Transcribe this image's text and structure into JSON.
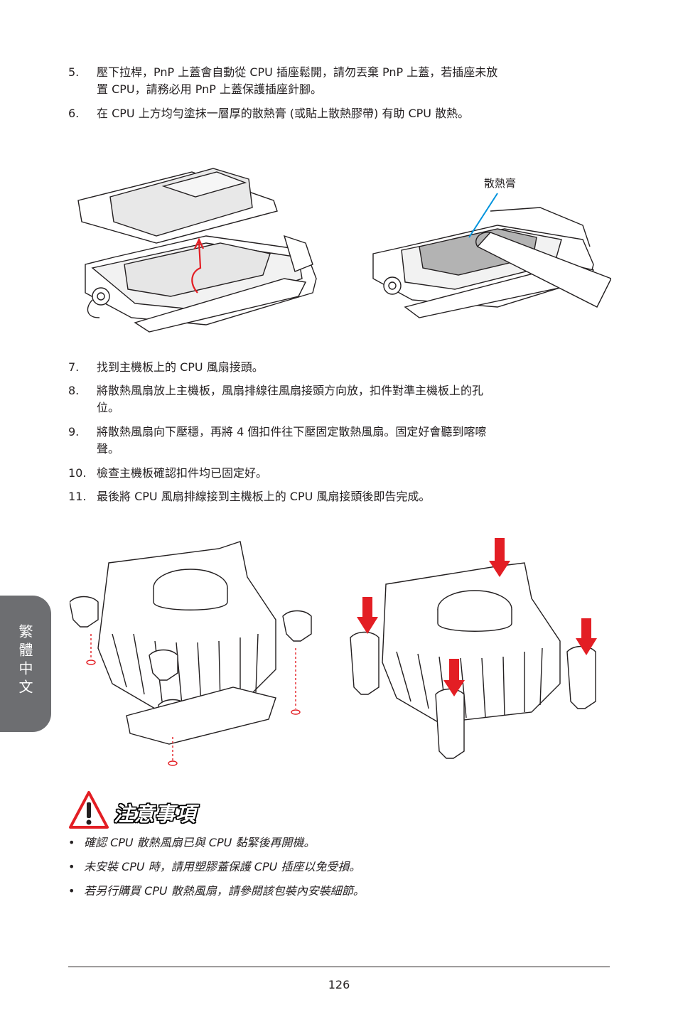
{
  "steps_top": [
    {
      "num": "5.",
      "line1": "壓下拉桿，PnP 上蓋會自動從 CPU 插座鬆開，請勿丟棄 PnP 上蓋，若插座未放",
      "line2": "置 CPU，請務必用 PnP 上蓋保護插座針腳。"
    },
    {
      "num": "6.",
      "line1": "在 CPU 上方均勻塗抹一層厚的散熱膏 (或貼上散熱膠帶) 有助 CPU 散熱。"
    }
  ],
  "figure1": {
    "callout": "散熱膏"
  },
  "steps_bottom": [
    {
      "num": "7.",
      "line1": "找到主機板上的 CPU 風扇接頭。"
    },
    {
      "num": "8.",
      "line1": "將散熱風扇放上主機板，風扇排線往風扇接頭方向放，扣件對準主機板上的孔",
      "line2": "位。"
    },
    {
      "num": "9.",
      "line1": "將散熱風扇向下壓穩，再將 4 個扣件往下壓固定散熱風扇。固定好會聽到喀嚓",
      "line2": "聲。"
    },
    {
      "num": "10.",
      "line1": "檢查主機板確認扣件均已固定好。"
    },
    {
      "num": "11.",
      "line1": "最後將 CPU 風扇排線接到主機板上的 CPU 風扇接頭後即告完成。"
    }
  ],
  "side_tab": {
    "label": "繁體中文"
  },
  "caution": {
    "title": "注意事項",
    "bullets": [
      "確認 CPU 散熱風扇已與 CPU 黏緊後再開機。",
      "未安裝 CPU 時，請用塑膠蓋保護 CPU 插座以免受損。",
      "若另行購買 CPU 散熱風扇，請參閱該包裝內安裝細節。"
    ]
  },
  "page_number": "126",
  "colors": {
    "accent_red": "#e31e24",
    "callout_blue": "#0093dd",
    "side_tab_gray": "#6d6e71"
  }
}
